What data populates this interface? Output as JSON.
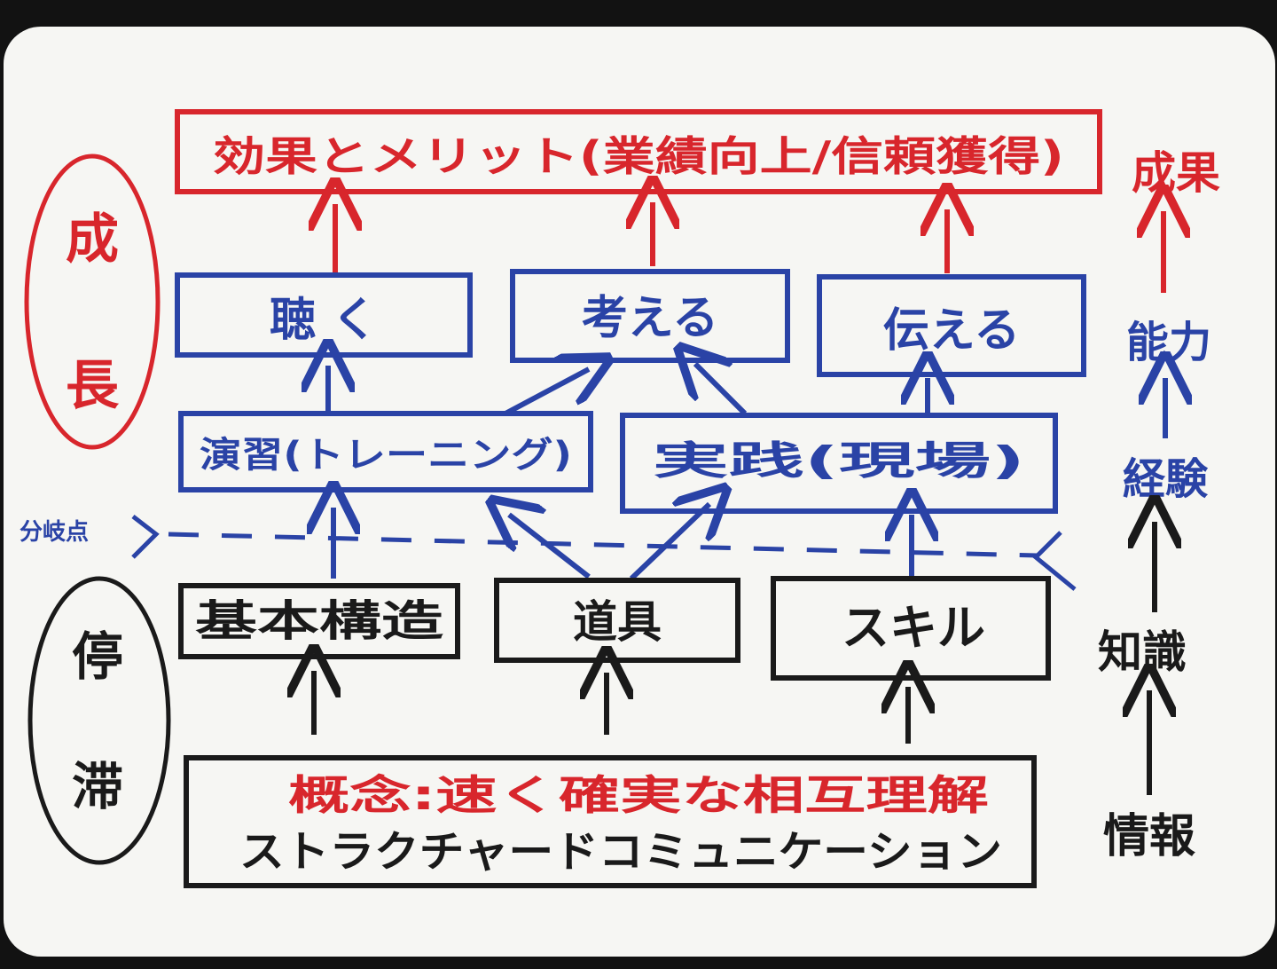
{
  "colors": {
    "red": "#d8262c",
    "blue": "#2a43a6",
    "black": "#1a1a1a",
    "board": "#f6f6f3",
    "frame": "#151515"
  },
  "left_labels": {
    "growth": [
      "成",
      "長"
    ],
    "stagnation": [
      "停",
      "滞"
    ]
  },
  "top_box": "効果とメリット(業績向上/信頼獲得)",
  "ability_boxes": [
    "聴 く",
    "考える",
    "伝える"
  ],
  "practice_boxes": [
    "演習(トレーニング)",
    "実践(現場)"
  ],
  "branch_point": "分岐点",
  "foundation_boxes": [
    "基本構造",
    "道具",
    "スキル"
  ],
  "concept_line": "概念:速く確実な相互理解",
  "method_line": "ストラクチャードコミュニケーション",
  "right_column": [
    "成果",
    "能力",
    "経験",
    "知識",
    "情報"
  ]
}
